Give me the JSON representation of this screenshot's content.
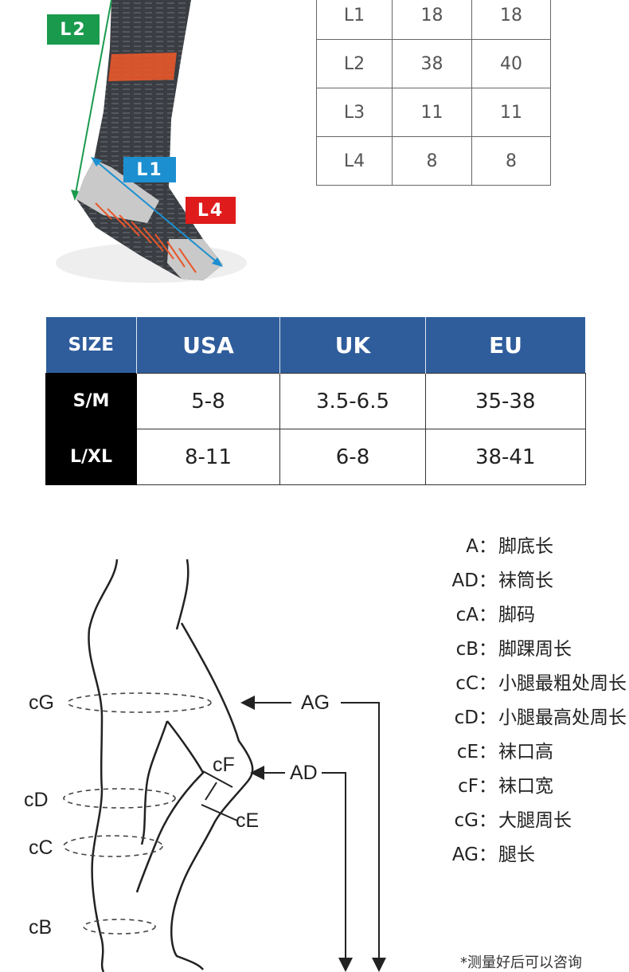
{
  "badges": {
    "l2": "L2",
    "l1": "L1",
    "l4": "L4"
  },
  "measurements": [
    [
      "L1",
      "18",
      "18"
    ],
    [
      "L2",
      "38",
      "40"
    ],
    [
      "L3",
      "11",
      "11"
    ],
    [
      "L4",
      "8",
      "8"
    ]
  ],
  "size_chart": {
    "headers": [
      "SIZE",
      "USA",
      "UK",
      "EU"
    ],
    "rows": [
      [
        "S/M",
        "5-8",
        "3.5-6.5",
        "35-38"
      ],
      [
        "L/XL",
        "8-11",
        "6-8",
        "38-41"
      ]
    ]
  },
  "diagram_labels": {
    "cG": "cG",
    "cD": "cD",
    "cC": "cC",
    "cB": "cB",
    "cF": "cF",
    "cE": "cE",
    "AG": "AG",
    "AD": "AD"
  },
  "legend": [
    {
      "key": "A：",
      "value": "脚底长"
    },
    {
      "key": "AD：",
      "value": "袜筒长"
    },
    {
      "key": "cA：",
      "value": "脚码"
    },
    {
      "key": "cB：",
      "value": "脚踝周长"
    },
    {
      "key": "cC：",
      "value": "小腿最粗处周长"
    },
    {
      "key": "cD：",
      "value": "小腿最高处周长"
    },
    {
      "key": "cE：",
      "value": "袜口高"
    },
    {
      "key": "cF：",
      "value": "袜口宽"
    },
    {
      "key": "cG：",
      "value": "大腿周长"
    },
    {
      "key": "AG：",
      "value": "腿长"
    }
  ],
  "footnote": "*测量好后可以咨询",
  "colors": {
    "l2": "#1a9a4d",
    "l1": "#1c8fd0",
    "l4": "#e01b1b",
    "header": "#2f5d9c"
  }
}
